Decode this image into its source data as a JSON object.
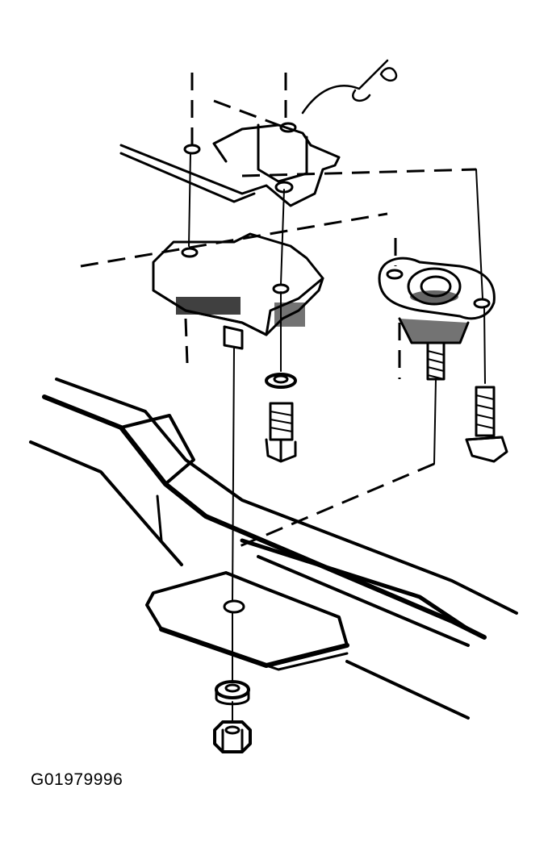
{
  "figure": {
    "code": "G01979996"
  },
  "parts": [
    {
      "name": "mounting-bracket-upper"
    },
    {
      "name": "engine-mount-body"
    },
    {
      "name": "mount-insulator-round"
    },
    {
      "name": "mount-bolt"
    },
    {
      "name": "bracket-bolt"
    },
    {
      "name": "frame-bracket"
    },
    {
      "name": "washer"
    },
    {
      "name": "nut"
    }
  ],
  "colors": {
    "ink": "#000000",
    "background": "#ffffff"
  }
}
